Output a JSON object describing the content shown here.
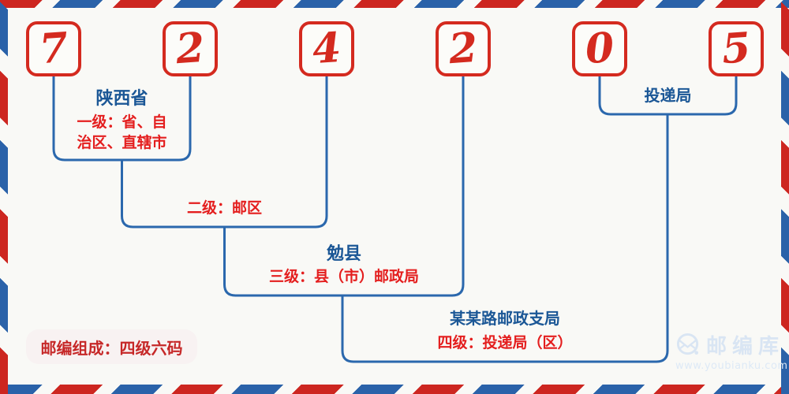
{
  "postal_code": {
    "digits": [
      "7",
      "2",
      "4",
      "2",
      "0",
      "5"
    ]
  },
  "levels": [
    {
      "name": "陕西省",
      "desc_lines": [
        "一级：省、自",
        "治区、直辖市"
      ]
    },
    {
      "name": "",
      "desc_lines": [
        "二级：邮区"
      ]
    },
    {
      "name": "勉县",
      "desc_lines": [
        "三级：县（市）邮政局"
      ]
    },
    {
      "name": "某某路邮政支局",
      "desc_lines": [
        "四级：投递局（区）"
      ]
    },
    {
      "name": "投递局",
      "desc_lines": []
    }
  ],
  "footer": {
    "composition_note": "邮编组成：四级六码"
  },
  "watermark": {
    "brand": "邮编库",
    "url": "www.youbianku.com",
    "icon": "envelope-magnifier-icon"
  },
  "colors": {
    "digit_red": "#d42a1f",
    "label_red": "#e41e1e",
    "label_blue": "#1b5796",
    "line_blue": "#2b68ad",
    "stripe_red": "#cd2620",
    "stripe_blue": "#2a62a9",
    "background": "#f9f9f6",
    "watermark_blue": "#d9e5f3",
    "pill_background": "#f8f2f2"
  }
}
